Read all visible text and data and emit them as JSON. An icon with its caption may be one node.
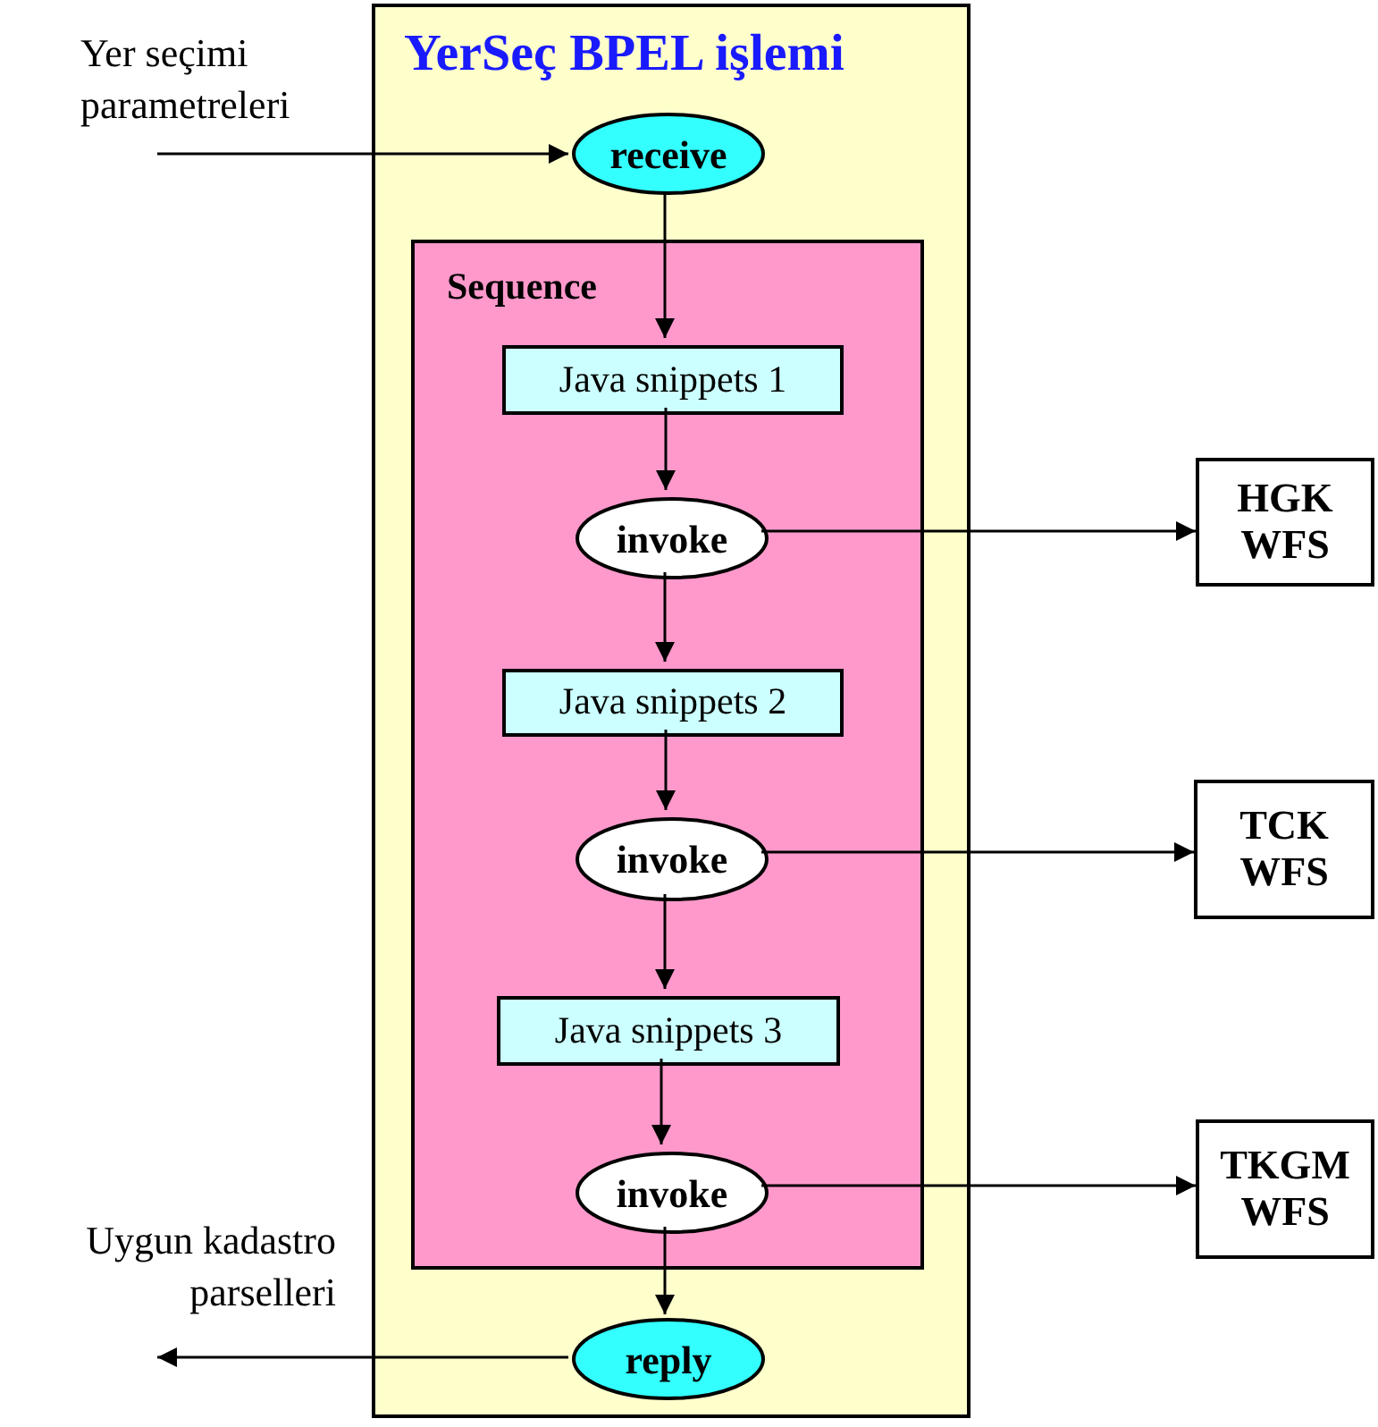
{
  "diagram": {
    "nodes": [
      {
        "text": [
          "YerSeç BPEL işlemi"
        ]
      },
      {
        "text": [
          "Yer seçimi parametreleri"
        ]
      },
      {
        "text": [
          "receive"
        ],
        "in": 0
      },
      {
        "text": [
          "Sequence"
        ],
        "in": 0
      },
      {
        "text": [
          "Java snippets 1"
        ],
        "in": 3
      },
      {
        "text": [
          "invoke"
        ],
        "in": 3
      },
      {
        "text": [
          "Java snippets 2"
        ],
        "in": 3
      },
      {
        "text": [
          "invoke"
        ],
        "in": 3
      },
      {
        "text": [
          "Java snippets 3"
        ],
        "in": 3
      },
      {
        "text": [
          "invoke"
        ],
        "in": 3
      },
      {
        "text": [
          "reply"
        ],
        "in": 0
      },
      {
        "text": [
          "HGK WFS"
        ]
      },
      {
        "text": [
          "TCK WFS"
        ]
      },
      {
        "text": [
          "TKGM WFS"
        ]
      },
      {
        "text": [
          "Uygun kadastro parselleri"
        ]
      }
    ],
    "edges": [
      {
        "from": 1,
        "to": 2,
        "arrow": "to"
      },
      {
        "from": 2,
        "to": 4,
        "arrow": "to"
      },
      {
        "from": 4,
        "to": 5,
        "arrow": "to"
      },
      {
        "from": 5,
        "to": 6,
        "arrow": "to"
      },
      {
        "from": 6,
        "to": 7,
        "arrow": "to"
      },
      {
        "from": 7,
        "to": 8,
        "arrow": "to"
      },
      {
        "from": 8,
        "to": 9,
        "arrow": "to"
      },
      {
        "from": 9,
        "to": 10,
        "arrow": "to"
      },
      {
        "from": 5,
        "to": 11,
        "arrow": "to"
      },
      {
        "from": 7,
        "to": 12,
        "arrow": "to"
      },
      {
        "from": 9,
        "to": 13,
        "arrow": "to"
      },
      {
        "from": 10,
        "to": 14,
        "arrow": "to"
      }
    ]
  }
}
